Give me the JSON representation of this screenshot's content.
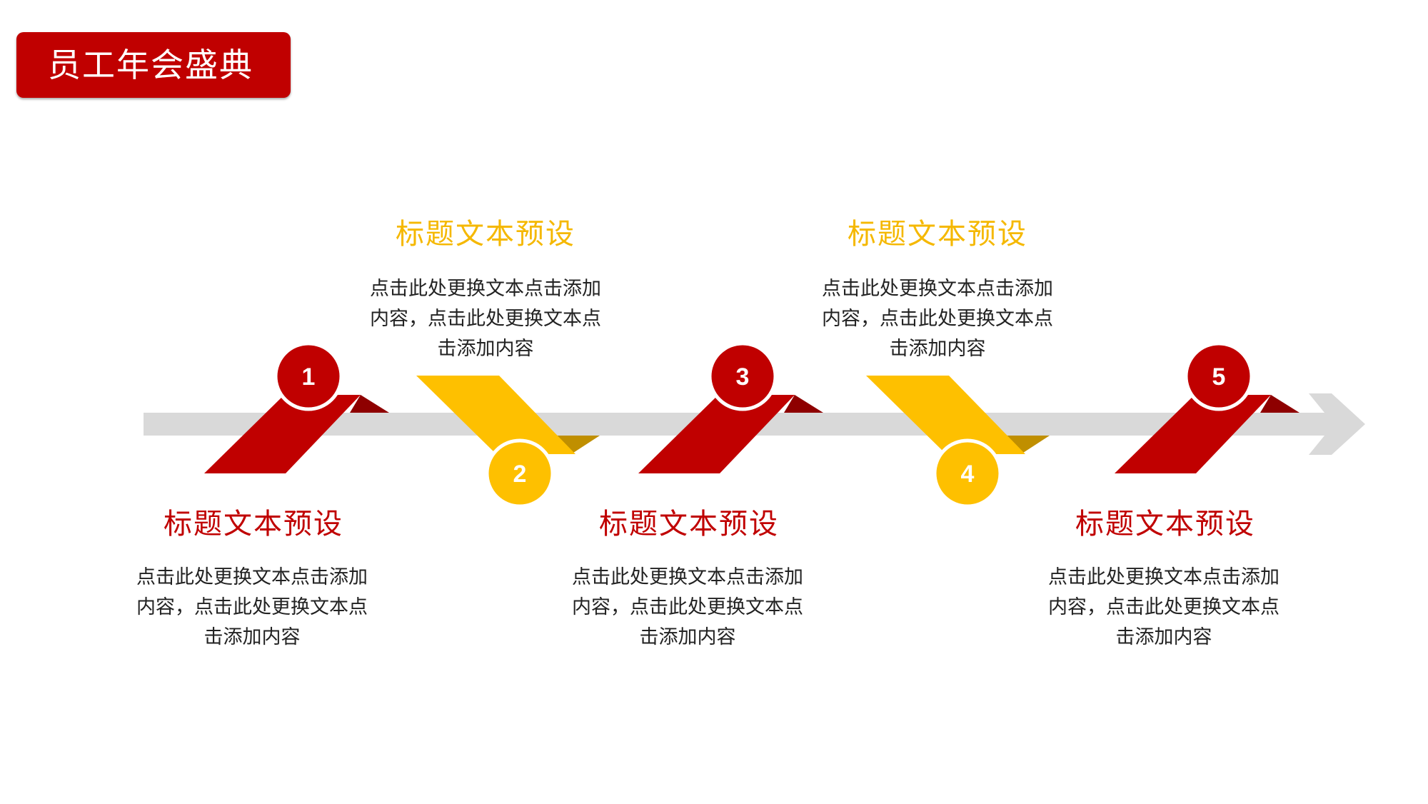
{
  "header": {
    "title": "员工年会盛典"
  },
  "colors": {
    "red": "#c00000",
    "dark_red": "#8e0000",
    "yellow": "#fec000",
    "dark_yellow": "#c08f00",
    "arrow": "#d9d9d9"
  },
  "steps": [
    {
      "number": "1",
      "title": "标题文本预设",
      "description": "点击此处更换文本点击添加内容，点击此处更换文本点击添加内容",
      "color": "red",
      "position": "below"
    },
    {
      "number": "2",
      "title": "标题文本预设",
      "description": "点击此处更换文本点击添加内容，点击此处更换文本点击添加内容",
      "color": "yellow",
      "position": "above"
    },
    {
      "number": "3",
      "title": "标题文本预设",
      "description": "点击此处更换文本点击添加内容，点击此处更换文本点击添加内容",
      "color": "red",
      "position": "below"
    },
    {
      "number": "4",
      "title": "标题文本预设",
      "description": "点击此处更换文本点击添加内容，点击此处更换文本点击添加内容",
      "color": "yellow",
      "position": "above"
    },
    {
      "number": "5",
      "title": "标题文本预设",
      "description": "点击此处更换文本点击添加内容，点击此处更换文本点击添加内容",
      "color": "red",
      "position": "below"
    }
  ]
}
